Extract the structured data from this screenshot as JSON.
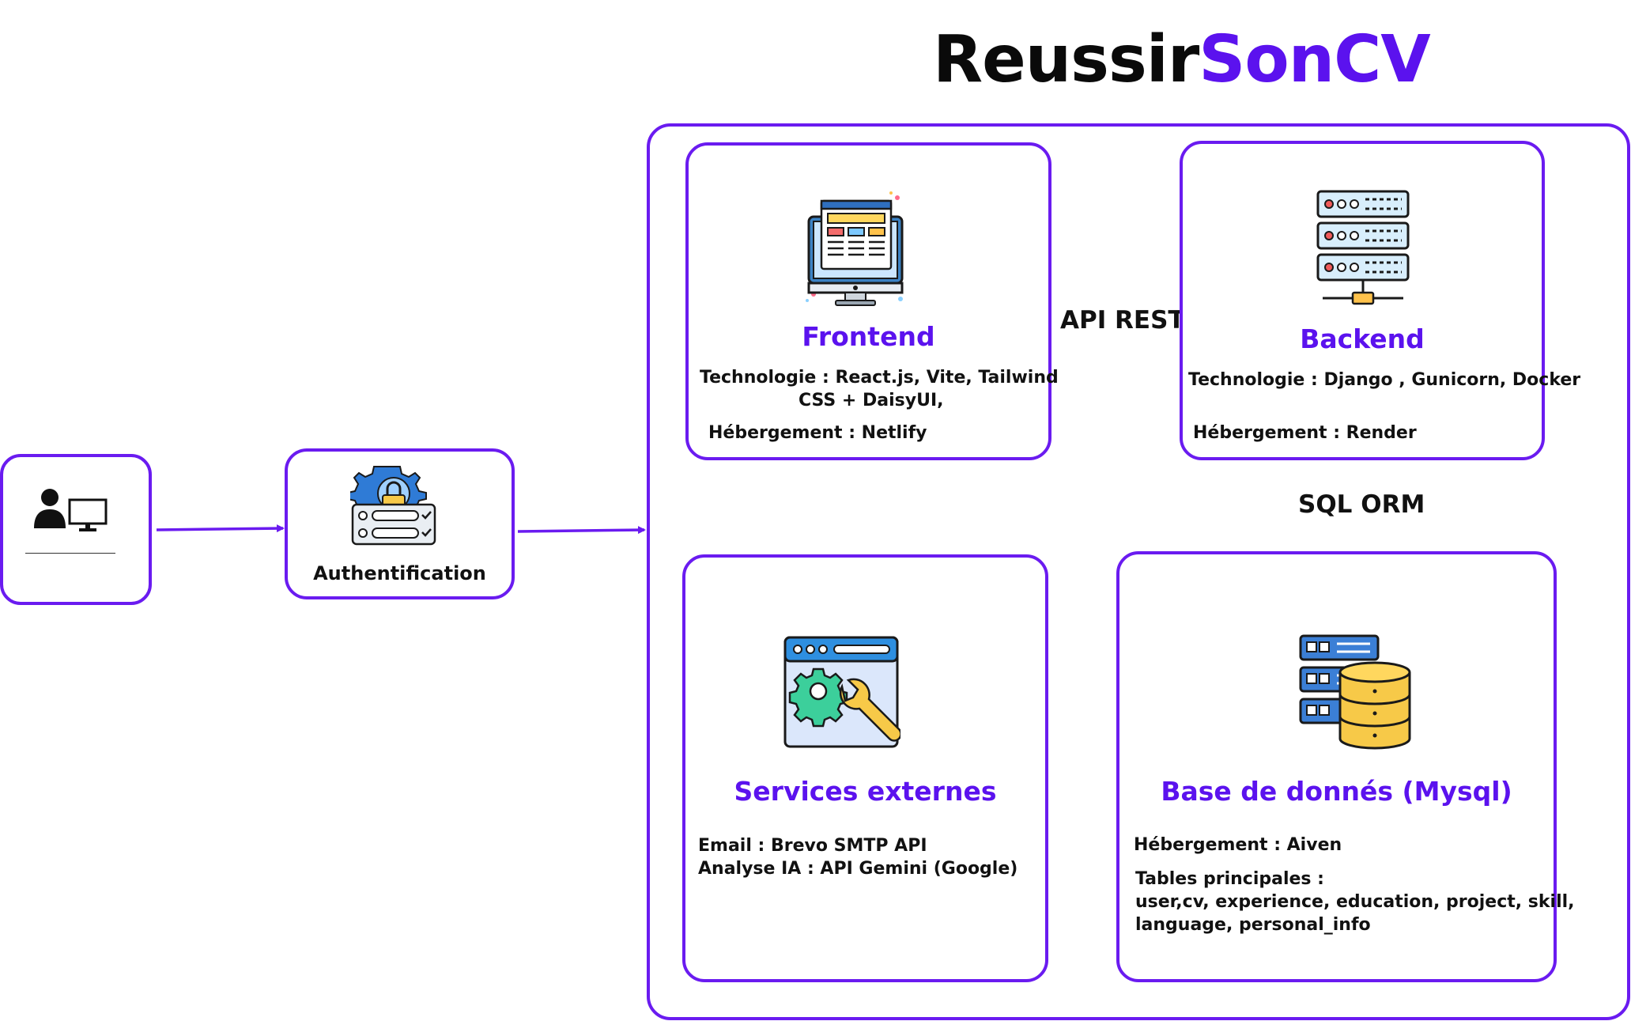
{
  "title": {
    "part1": "Reussir",
    "part2": "SonCV"
  },
  "auth": {
    "label": "Authentification"
  },
  "frontend": {
    "title": "Frontend",
    "tech1": "Technologie : React.js, Vite, Tailwind",
    "tech2": "CSS + DaisyUI,",
    "hosting": "Hébergement : Netlify"
  },
  "backend": {
    "title": "Backend",
    "tech": "Technologie : Django  , Gunicorn, Docker",
    "hosting": "Hébergement : Render"
  },
  "services": {
    "title": "Services externes",
    "email": "Email : Brevo SMTP API",
    "ai": "Analyse IA : API Gemini (Google)"
  },
  "database": {
    "title": "Base de donnés (Mysql)",
    "hosting": "Hébergement : Aiven",
    "tables_title": "Tables principales :",
    "tables1": "user,cv, experience, education, project, skill,",
    "tables2": "language, personal_info"
  },
  "connectors": {
    "api_rest": "API REST",
    "sql_orm": "SQL ORM"
  },
  "colors": {
    "accent": "#6a1bf0",
    "heading": "#5b12ee"
  },
  "icons": [
    "user-computer-icon",
    "auth-gear-lock-icon",
    "web-monitor-icon",
    "server-rack-icon",
    "settings-tools-icon",
    "database-icon"
  ]
}
